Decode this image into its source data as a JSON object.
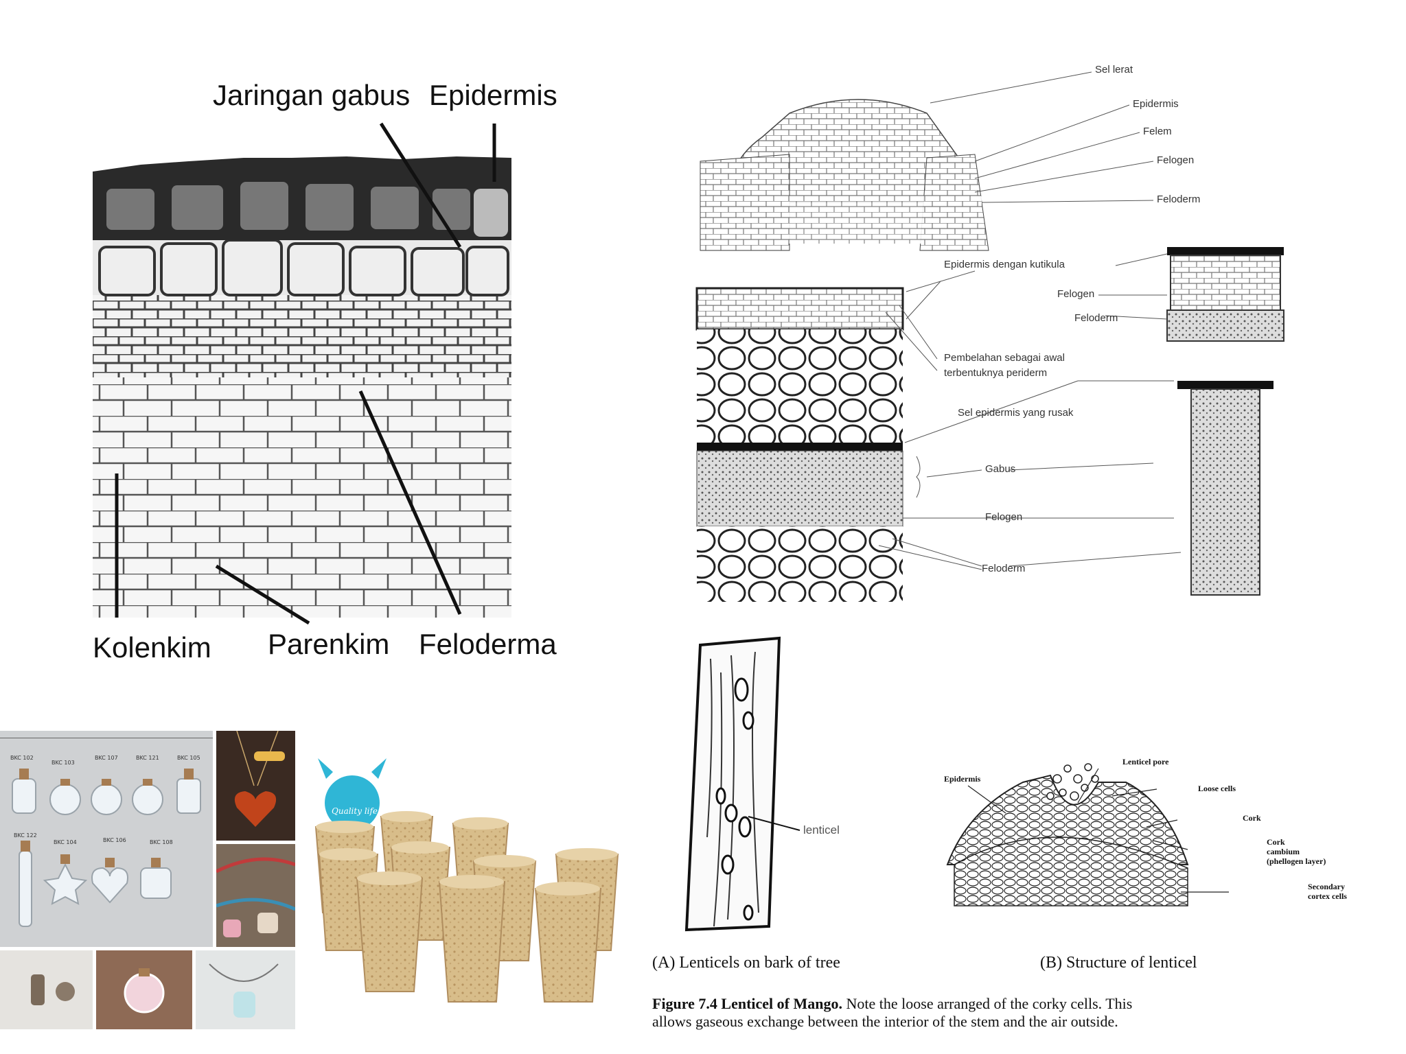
{
  "micrograph": {
    "labels": {
      "cork": "Jaringan gabus",
      "epidermis": "Epidermis",
      "collenchyma": "Kolenkim",
      "parenchyma": "Parenkim",
      "phelloderm": "Feloderma"
    }
  },
  "periderm_drawings": {
    "labels": {
      "filling_cells": "Sel lerat",
      "epidermis": "Epidermis",
      "phellem": "Felem",
      "phellogen": "Felogen",
      "phelloderm": "Feloderm",
      "epidermis_cuticle": "Epidermis dengan kutikula",
      "phellogen_2": "Felogen",
      "phelloderm_2": "Feloderm",
      "division_line1": "Pembelahan sebagai awal",
      "division_line2": "terbentuknya periderm",
      "damaged_epidermis": "Sel epidermis yang rusak",
      "cork": "Gabus",
      "phellogen_3": "Felogen",
      "phelloderm_3": "Feloderm"
    }
  },
  "bottles_photo": {
    "codes_row1": [
      "BKC 102",
      "BKC 103",
      "BKC 107",
      "BKC 121",
      "BKC 105"
    ],
    "codes_row2": [
      "BKC 122",
      "BKC 104",
      "BKC 106",
      "BKC 108"
    ]
  },
  "cork_photo": {
    "logo_text": "Quality life"
  },
  "lenticel_figure": {
    "label_lenticel": "lenticel",
    "label_epidermis": "Epidermis",
    "label_pore": "Lenticel pore",
    "label_loose": "Loose cells",
    "label_cork": "Cork",
    "label_cambium1": "Cork",
    "label_cambium2": "cambium",
    "label_cambium3": "(phellogen layer)",
    "label_secondary1": "Secondary",
    "label_secondary2": "cortex cells",
    "caption_a": "(A) Lenticels on bark of tree",
    "caption_b": "(B) Structure of  lenticel",
    "fig_bold": "Figure 7.4 Lenticel of Mango.",
    "fig_line1_rest": " Note the loose arranged of the corky cells. This",
    "fig_line2": "allows gaseous exchange between the interior of the stem and the air outside."
  }
}
